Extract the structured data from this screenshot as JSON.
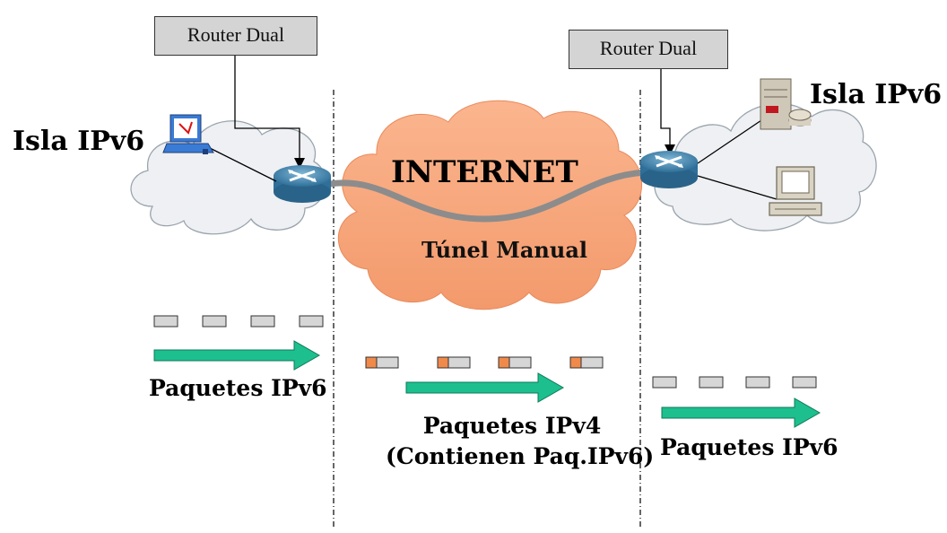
{
  "router_left": {
    "label": "Router Dual"
  },
  "router_right": {
    "label": "Router Dual"
  },
  "island_left": {
    "label": "Isla IPv6"
  },
  "island_right": {
    "label": "Isla IPv6"
  },
  "internet": {
    "label": "INTERNET",
    "tunnel_label": "Túnel Manual"
  },
  "packets_left": {
    "label": "Paquetes IPv6",
    "count": 4
  },
  "packets_middle": {
    "label_line1": "Paquetes IPv4",
    "label_line2": "(Contienen Paq.IPv6)",
    "count": 4
  },
  "packets_right": {
    "label": "Paquetes IPv6",
    "count": 4
  },
  "colors": {
    "cloud_fill": "#f7a57c",
    "island_fill": "#eef0f3",
    "tunnel": "#8c8c8c",
    "arrow": "#1dbf8e",
    "packet": "#d6d6d6",
    "packet_header": "#f08a4b",
    "router": "#4f8fb5"
  }
}
